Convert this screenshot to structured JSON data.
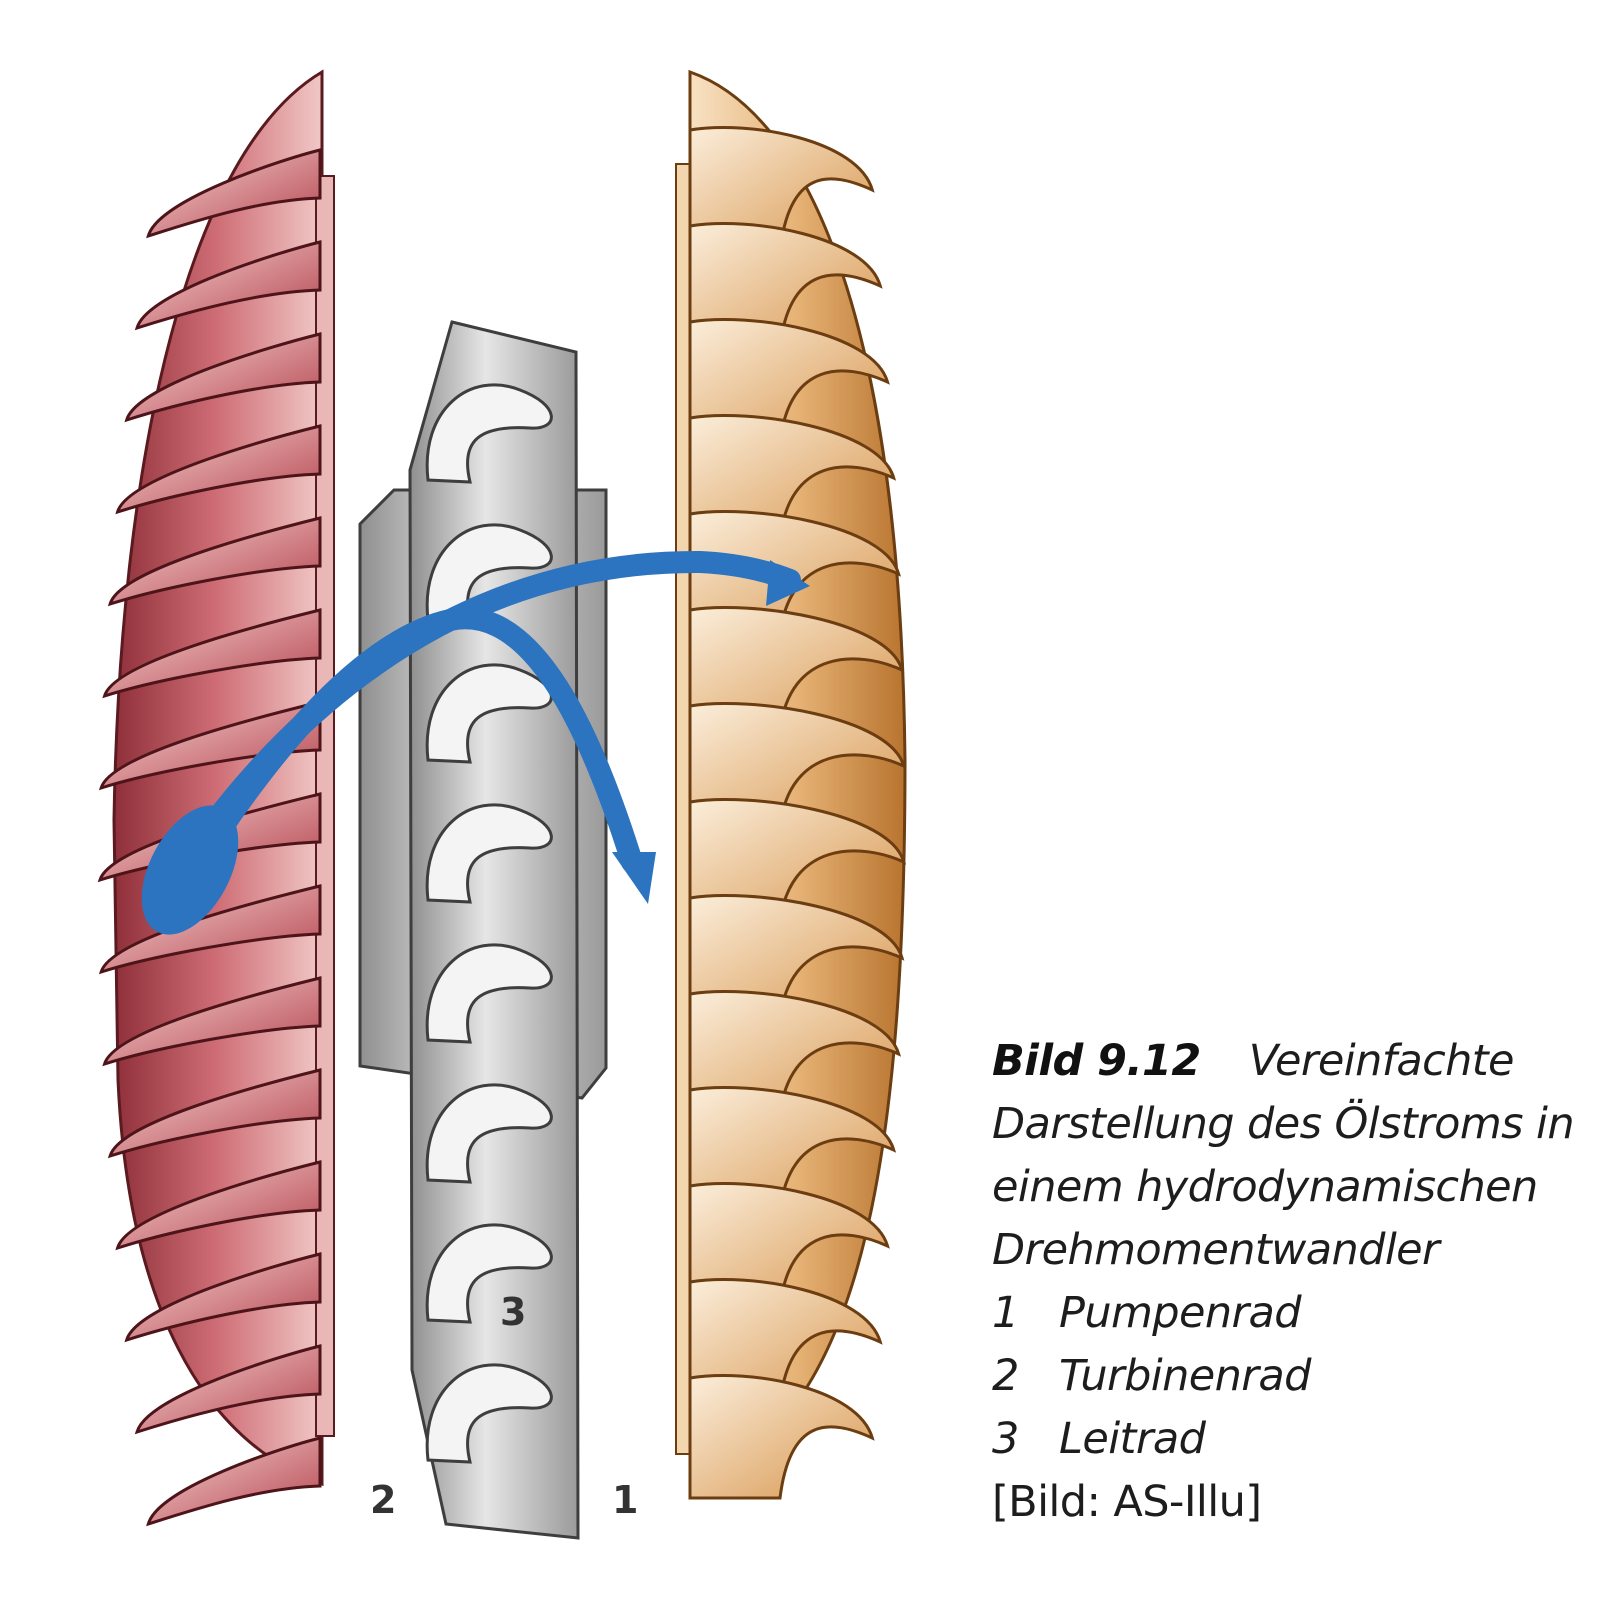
{
  "labels": {
    "turbine_number": "2",
    "pump_number": "1",
    "stator_number": "3"
  },
  "caption": {
    "figure_number": "Bild 9.12",
    "title_lines": [
      "Vereinfachte",
      "Darstellung des Ölstroms in",
      "einem hydrodynamischen",
      "Drehmomentwandler"
    ],
    "legend": [
      {
        "number": "1",
        "label": "Pumpenrad"
      },
      {
        "number": "2",
        "label": "Turbinenrad"
      },
      {
        "number": "3",
        "label": "Leitrad"
      }
    ],
    "credit": "[Bild: AS-Illu]"
  },
  "colors": {
    "turbine": "#c25a63",
    "turbine_dark": "#8c2d36",
    "pump": "#d9984f",
    "pump_light": "#f5d9b1",
    "stator": "#b9b9b9",
    "flow_arrow": "#2c74c0"
  }
}
